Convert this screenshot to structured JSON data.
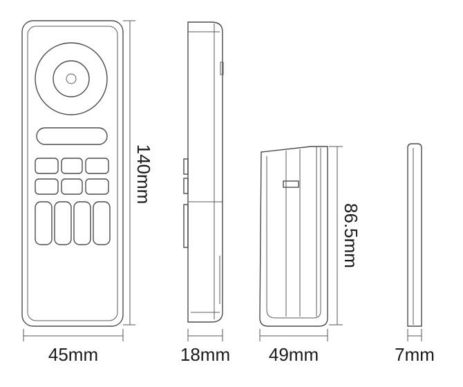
{
  "dimensions": {
    "remote_width": "45mm",
    "remote_height": "140mm",
    "remote_depth": "18mm",
    "holder_width": "49mm",
    "holder_height": "86.5mm",
    "holder_depth": "7mm"
  },
  "colors": {
    "line": "#4a4a4a",
    "text": "#1a1a1a",
    "background": "#ffffff"
  }
}
